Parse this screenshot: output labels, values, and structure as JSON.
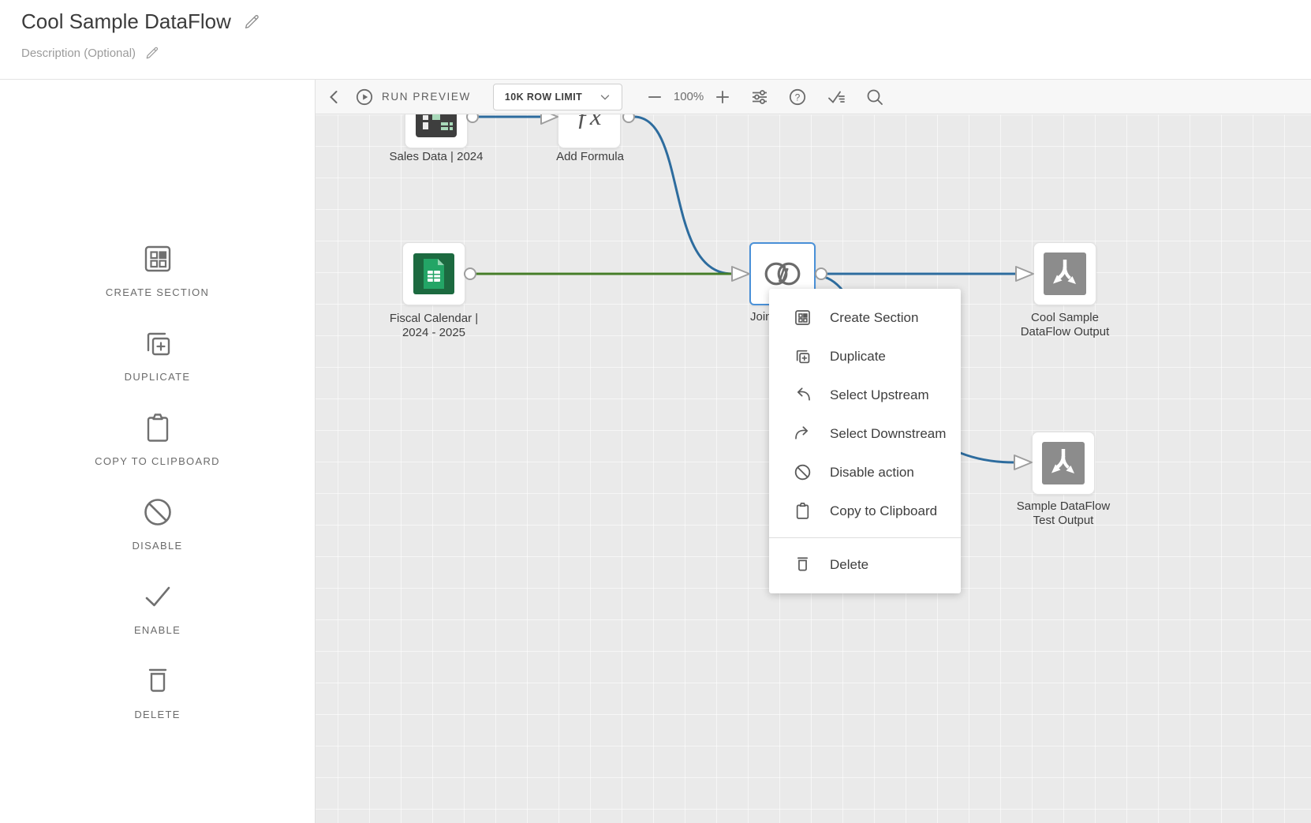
{
  "header": {
    "title": "Cool Sample DataFlow",
    "description": "Description (Optional)"
  },
  "toolbar": {
    "run_preview": "RUN PREVIEW",
    "row_limit": "10K ROW LIMIT",
    "zoom_level": "100%",
    "icons": [
      "back-icon",
      "play-circle-icon",
      "chevron-down-icon",
      "zoom-out-icon",
      "zoom-in-icon",
      "settings-sliders-icon",
      "help-icon",
      "run-checklist-icon",
      "search-icon"
    ]
  },
  "sidebar": {
    "items": [
      {
        "label": "CREATE SECTION",
        "icon": "create-section-icon"
      },
      {
        "label": "DUPLICATE",
        "icon": "duplicate-icon"
      },
      {
        "label": "COPY TO CLIPBOARD",
        "icon": "clipboard-icon"
      },
      {
        "label": "DISABLE",
        "icon": "disable-icon"
      },
      {
        "label": "ENABLE",
        "icon": "enable-check-icon"
      },
      {
        "label": "DELETE",
        "icon": "trash-icon"
      }
    ]
  },
  "canvas": {
    "nodes": [
      {
        "label": "Sales Data | 2024",
        "icon": "dataset-upload-icon"
      },
      {
        "label": "Add Formula",
        "icon": "formula-fx-icon"
      },
      {
        "label": "Fiscal Calendar | 2024 - 2025",
        "icon": "spreadsheet-icon"
      },
      {
        "label": "Join",
        "icon": "join-venn-icon",
        "selected": true
      },
      {
        "label": "Cool Sample DataFlow Output",
        "icon": "output-branch-icon"
      },
      {
        "label": "Sample DataFlow Test Output",
        "icon": "output-branch-icon"
      }
    ],
    "colors": {
      "connection_green": "#457d28",
      "connection_blue": "#2d6c9e",
      "selection_blue": "#4a91d8"
    }
  },
  "context_menu": {
    "items": [
      {
        "label": "Create Section",
        "icon": "create-section-icon"
      },
      {
        "label": "Duplicate",
        "icon": "duplicate-icon"
      },
      {
        "label": "Select Upstream",
        "icon": "upstream-arrow-icon"
      },
      {
        "label": "Select Downstream",
        "icon": "downstream-arrow-icon"
      },
      {
        "label": "Disable action",
        "icon": "disable-icon"
      },
      {
        "label": "Copy to Clipboard",
        "icon": "clipboard-icon"
      }
    ],
    "danger_item": {
      "label": "Delete",
      "icon": "trash-icon"
    }
  }
}
